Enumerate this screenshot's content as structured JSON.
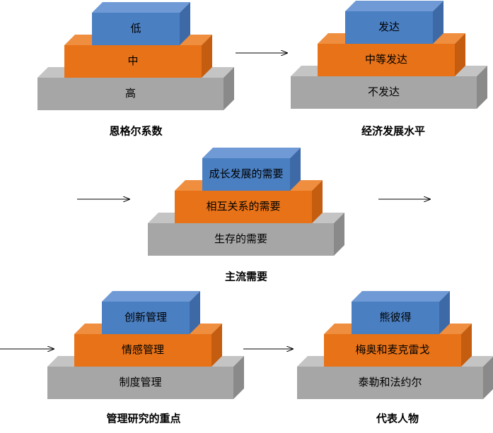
{
  "colors": {
    "blue_front": "#4a7fc2",
    "blue_top": "#6f9ad6",
    "blue_side": "#3d6aa6",
    "orange_front": "#e87217",
    "orange_top": "#ef8e3f",
    "orange_side": "#c45d10",
    "gray_front": "#a6a6a6",
    "gray_top": "#c4c4c4",
    "gray_side": "#8a8a8a",
    "arrow": "#000000",
    "text": "#000000"
  },
  "pyramids": [
    {
      "id": "engel",
      "top": "低",
      "middle": "中",
      "bottom": "高",
      "caption": "恩格尔系数"
    },
    {
      "id": "econ",
      "top": "发达",
      "middle": "中等发达",
      "bottom": "不发达",
      "caption": "经济发展水平"
    },
    {
      "id": "needs",
      "top": "成长发展的需要",
      "middle": "相互关系的需要",
      "bottom": "生存的需要",
      "caption": "主流需要"
    },
    {
      "id": "mgmt",
      "top": "创新管理",
      "middle": "情感管理",
      "bottom": "制度管理",
      "caption": "管理研究的重点"
    },
    {
      "id": "people",
      "top": "熊彼得",
      "middle": "梅奥和麦克雷戈",
      "bottom": "泰勒和法约尔",
      "caption": "代表人物"
    }
  ]
}
